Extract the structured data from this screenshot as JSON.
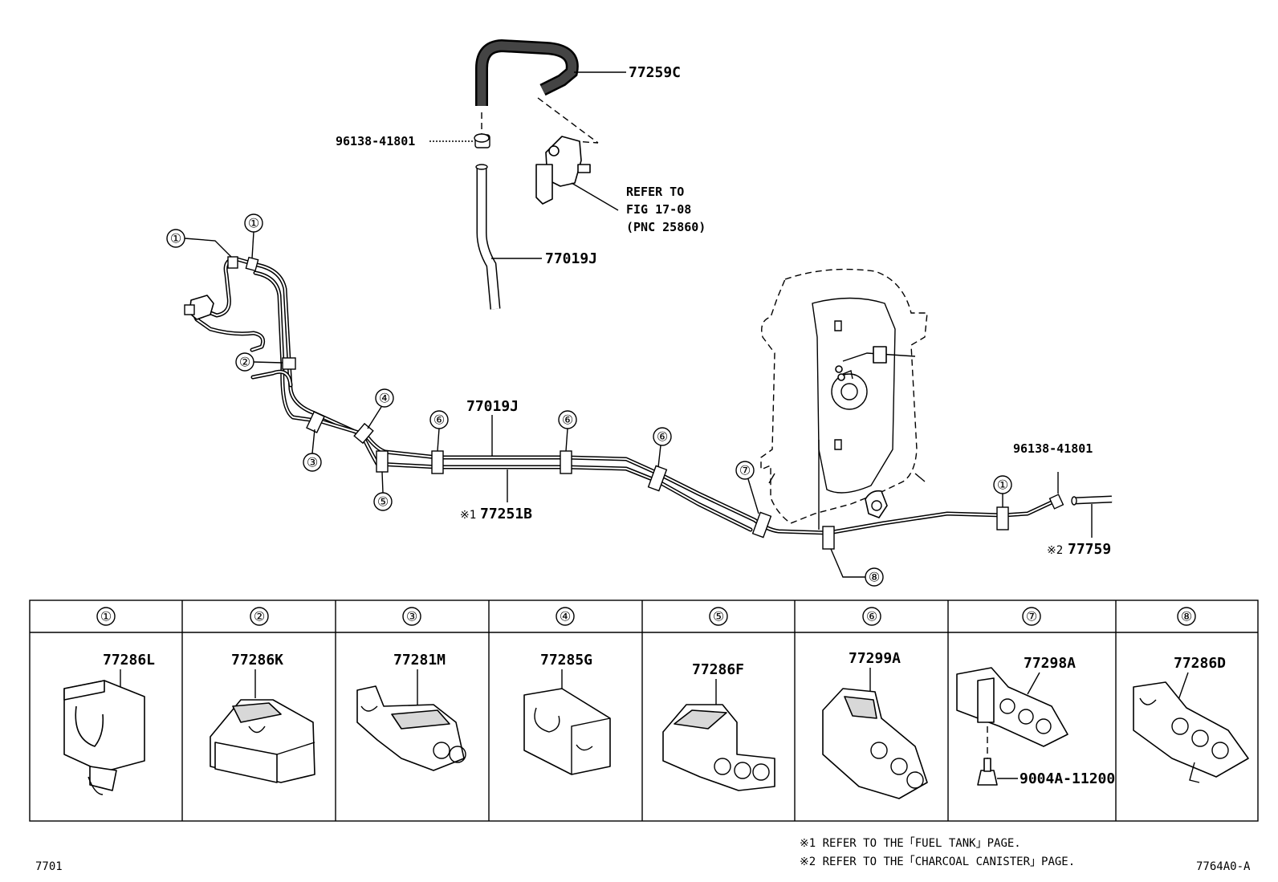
{
  "top_labels": {
    "hose_upper": "77259C",
    "clamp_upper": "96138-41801",
    "refer_line1": "REFER TO",
    "refer_line2": "FIG 17-08",
    "refer_line3": "(PNC 25860)",
    "tube_upper": "77019J",
    "tube_main": "77019J",
    "tube_lower": "77251B",
    "tube_lower_mark": "※1",
    "clamp_right": "96138-41801",
    "hose_right": "77759",
    "hose_right_mark": "※2"
  },
  "callouts": [
    "①",
    "①",
    "②",
    "③",
    "④",
    "⑤",
    "⑥",
    "⑥",
    "⑥",
    "⑦",
    "①",
    "⑧"
  ],
  "table": {
    "columns": [
      {
        "key": "①",
        "part": "77286L"
      },
      {
        "key": "②",
        "part": "77286K"
      },
      {
        "key": "③",
        "part": "77281M"
      },
      {
        "key": "④",
        "part": "77285G"
      },
      {
        "key": "⑤",
        "part": "77286F"
      },
      {
        "key": "⑥",
        "part": "77299A"
      },
      {
        "key": "⑦",
        "part": "77298A",
        "bolt": "9004A-11200"
      },
      {
        "key": "⑧",
        "part": "77286D"
      }
    ]
  },
  "notes": {
    "note1": "※1 REFER TO THE「FUEL TANK」PAGE.",
    "note2": "※2 REFER TO THE「CHARCOAL CANISTER」PAGE."
  },
  "page_code_left": "7701",
  "page_code_right": "7764A0-A"
}
